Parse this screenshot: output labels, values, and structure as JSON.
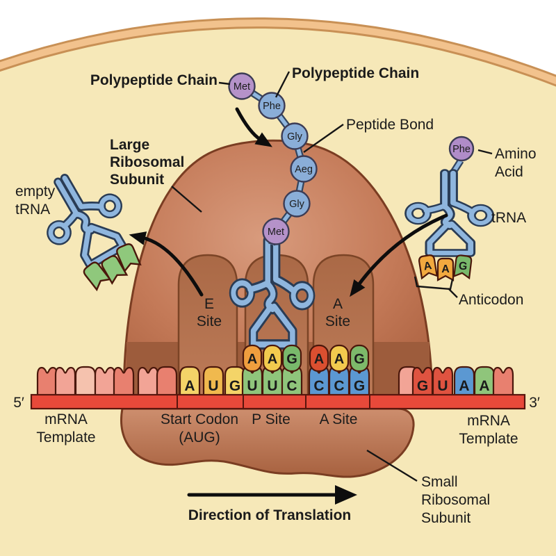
{
  "colors": {
    "membrane_band": "#f2c28d",
    "membrane_edge": "#c89055",
    "cytoplasm": "#f6e8b8",
    "ribosome_large": "#c47a58",
    "ribosome_pocket": "#b4724f",
    "ribosome_small": "#c08264",
    "mrna_strand": "#e8493a",
    "trna_blue": "#8fb6de",
    "trna_outline": "#2a3c55",
    "trna_tip_green": "#8fc87c",
    "arrow_black": "#0d0d0d"
  },
  "labels": {
    "polypeptide_chain_left": "Polypeptide Chain",
    "polypeptide_chain_right": "Polypeptide Chain",
    "peptide_bond": "Peptide Bond",
    "large_ribosomal_subunit": [
      "Large",
      "Ribosomal",
      "Subunit"
    ],
    "empty_trna": [
      "empty",
      "tRNA"
    ],
    "amino_acid": [
      "Amino",
      "Acid"
    ],
    "trna": "tRNA",
    "anticodon": "Anticodon",
    "e_site_pocket": [
      "E",
      "Site"
    ],
    "a_site_pocket": [
      "A",
      "Site"
    ],
    "five_prime": "5′",
    "three_prime": "3′",
    "mrna_template_left": [
      "mRNA",
      "Template"
    ],
    "mrna_template_right": [
      "mRNA",
      "Template"
    ],
    "start_codon": [
      "Start Codon",
      "(AUG)"
    ],
    "p_site": "P Site",
    "a_site": "A Site",
    "direction_of_translation": "Direction of Translation",
    "small_ribosomal_subunit": [
      "Small",
      "Ribosomal",
      "Subunit"
    ]
  },
  "polypeptide_chain": [
    {
      "label": "Met",
      "color": "#b592c9"
    },
    {
      "label": "Phe",
      "color": "#8aaed8"
    },
    {
      "label": "Gly",
      "color": "#8aaed8"
    },
    {
      "label": "Aeg",
      "color": "#8aaed8"
    },
    {
      "label": "Gly",
      "color": "#8aaed8"
    },
    {
      "label": "Met",
      "color": "#b592c9"
    }
  ],
  "incoming_trna": {
    "amino_acid": {
      "label": "Phe",
      "color": "#b08cc8"
    },
    "anticodon": [
      {
        "letter": "A",
        "color": "#f2a93f"
      },
      {
        "letter": "A",
        "color": "#f2a93f"
      },
      {
        "letter": "G",
        "color": "#79b96b"
      }
    ]
  },
  "p_site_trna": {
    "anticodon": [
      {
        "letter": "A",
        "color": "#f09e3e"
      },
      {
        "letter": "A",
        "color": "#f2ca4e"
      },
      {
        "letter": "G",
        "color": "#79b96b"
      }
    ]
  },
  "a_site_anticodon": [
    {
      "letter": "A",
      "color": "#da4f30"
    },
    {
      "letter": "A",
      "color": "#f2ca4e"
    },
    {
      "letter": "G",
      "color": "#7db96a"
    }
  ],
  "mrna": {
    "start_codon": [
      {
        "letter": "A",
        "color": "#f4d468"
      },
      {
        "letter": "U",
        "color": "#f0b94e"
      },
      {
        "letter": "G",
        "color": "#f4d468"
      }
    ],
    "p_site_codon": [
      {
        "letter": "U",
        "color": "#8fc57b"
      },
      {
        "letter": "U",
        "color": "#8fc57b"
      },
      {
        "letter": "C",
        "color": "#8fc57b"
      }
    ],
    "a_site_codon": [
      {
        "letter": "C",
        "color": "#5b98d2"
      },
      {
        "letter": "C",
        "color": "#5b98d2"
      },
      {
        "letter": "G",
        "color": "#5b98d2"
      }
    ],
    "downstream_bases": [
      {
        "letter": "G",
        "color": "#df5340"
      },
      {
        "letter": "U",
        "color": "#df5340"
      },
      {
        "letter": "A",
        "color": "#5b98d2"
      },
      {
        "letter": "A",
        "color": "#8fc57b"
      }
    ]
  }
}
